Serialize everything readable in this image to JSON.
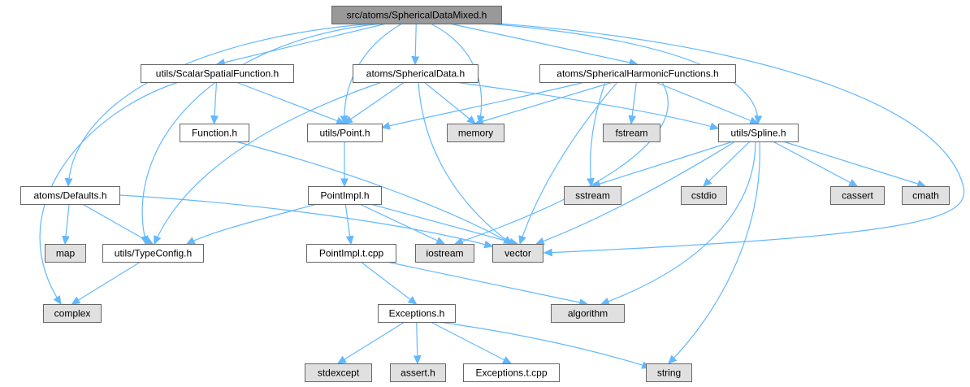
{
  "colors": {
    "root_fill": "#999999",
    "header_fill": "#ffffff",
    "system_fill": "#e0e0e0",
    "border": "#666666",
    "edge": "#63b8ff"
  },
  "nodes": [
    {
      "id": "root",
      "label": "src/atoms/SphericalDataMixed.h",
      "kind": "root"
    },
    {
      "id": "ssf",
      "label": "utils/ScalarSpatialFunction.h",
      "kind": "header"
    },
    {
      "id": "sd",
      "label": "atoms/SphericalData.h",
      "kind": "header"
    },
    {
      "id": "shf",
      "label": "atoms/SphericalHarmonicFunctions.h",
      "kind": "header"
    },
    {
      "id": "function",
      "label": "Function.h",
      "kind": "header"
    },
    {
      "id": "point",
      "label": "utils/Point.h",
      "kind": "header"
    },
    {
      "id": "memory",
      "label": "memory",
      "kind": "system"
    },
    {
      "id": "fstream",
      "label": "fstream",
      "kind": "system"
    },
    {
      "id": "spline",
      "label": "utils/Spline.h",
      "kind": "header"
    },
    {
      "id": "defaults",
      "label": "atoms/Defaults.h",
      "kind": "header"
    },
    {
      "id": "pointimpl",
      "label": "PointImpl.h",
      "kind": "header"
    },
    {
      "id": "sstream",
      "label": "sstream",
      "kind": "system"
    },
    {
      "id": "cstdio",
      "label": "cstdio",
      "kind": "system"
    },
    {
      "id": "cassert",
      "label": "cassert",
      "kind": "system"
    },
    {
      "id": "cmath",
      "label": "cmath",
      "kind": "system"
    },
    {
      "id": "map",
      "label": "map",
      "kind": "system"
    },
    {
      "id": "typeconfig",
      "label": "utils/TypeConfig.h",
      "kind": "header"
    },
    {
      "id": "pointimplt",
      "label": "PointImpl.t.cpp",
      "kind": "header"
    },
    {
      "id": "iostream",
      "label": "iostream",
      "kind": "system"
    },
    {
      "id": "vector",
      "label": "vector",
      "kind": "system"
    },
    {
      "id": "complex",
      "label": "complex",
      "kind": "system"
    },
    {
      "id": "exceptions",
      "label": "Exceptions.h",
      "kind": "header"
    },
    {
      "id": "algorithm",
      "label": "algorithm",
      "kind": "system"
    },
    {
      "id": "stdexcept",
      "label": "stdexcept",
      "kind": "system"
    },
    {
      "id": "asserth",
      "label": "assert.h",
      "kind": "system"
    },
    {
      "id": "exceptionst",
      "label": "Exceptions.t.cpp",
      "kind": "header"
    },
    {
      "id": "string",
      "label": "string",
      "kind": "system"
    }
  ],
  "edges": [
    {
      "from": "root",
      "to": "ssf"
    },
    {
      "from": "root",
      "to": "sd"
    },
    {
      "from": "root",
      "to": "shf"
    },
    {
      "from": "root",
      "to": "defaults"
    },
    {
      "from": "root",
      "to": "typeconfig"
    },
    {
      "from": "root",
      "to": "point"
    },
    {
      "from": "root",
      "to": "memory"
    },
    {
      "from": "root",
      "to": "spline"
    },
    {
      "from": "root",
      "to": "vector"
    },
    {
      "from": "ssf",
      "to": "function"
    },
    {
      "from": "ssf",
      "to": "point"
    },
    {
      "from": "ssf",
      "to": "complex"
    },
    {
      "from": "sd",
      "to": "point"
    },
    {
      "from": "sd",
      "to": "memory"
    },
    {
      "from": "sd",
      "to": "spline"
    },
    {
      "from": "sd",
      "to": "typeconfig"
    },
    {
      "from": "sd",
      "to": "vector"
    },
    {
      "from": "shf",
      "to": "point"
    },
    {
      "from": "shf",
      "to": "memory"
    },
    {
      "from": "shf",
      "to": "fstream"
    },
    {
      "from": "shf",
      "to": "spline"
    },
    {
      "from": "shf",
      "to": "sstream"
    },
    {
      "from": "shf",
      "to": "iostream"
    },
    {
      "from": "shf",
      "to": "vector"
    },
    {
      "from": "function",
      "to": "vector"
    },
    {
      "from": "point",
      "to": "pointimpl"
    },
    {
      "from": "spline",
      "to": "sstream"
    },
    {
      "from": "spline",
      "to": "cstdio"
    },
    {
      "from": "spline",
      "to": "cassert"
    },
    {
      "from": "spline",
      "to": "cmath"
    },
    {
      "from": "spline",
      "to": "vector"
    },
    {
      "from": "spline",
      "to": "algorithm"
    },
    {
      "from": "spline",
      "to": "string"
    },
    {
      "from": "defaults",
      "to": "map"
    },
    {
      "from": "defaults",
      "to": "typeconfig"
    },
    {
      "from": "defaults",
      "to": "vector"
    },
    {
      "from": "pointimpl",
      "to": "typeconfig"
    },
    {
      "from": "pointimpl",
      "to": "iostream"
    },
    {
      "from": "pointimpl",
      "to": "vector"
    },
    {
      "from": "pointimpl",
      "to": "pointimplt"
    },
    {
      "from": "typeconfig",
      "to": "complex"
    },
    {
      "from": "pointimplt",
      "to": "exceptions"
    },
    {
      "from": "pointimplt",
      "to": "algorithm"
    },
    {
      "from": "exceptions",
      "to": "stdexcept"
    },
    {
      "from": "exceptions",
      "to": "asserth"
    },
    {
      "from": "exceptions",
      "to": "exceptionst"
    },
    {
      "from": "exceptions",
      "to": "string"
    }
  ]
}
